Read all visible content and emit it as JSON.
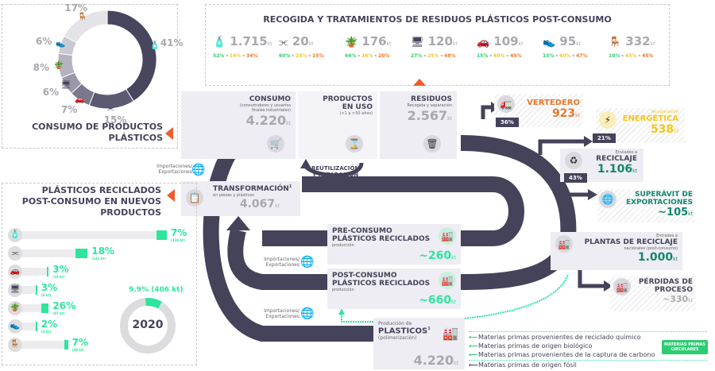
{
  "consumption_donut": {
    "title_line1": "CONSUMO DE PRODUCTOS",
    "title_line2": "PLÁSTICOS",
    "segments": [
      {
        "pct": 41,
        "icon": "bottle-icon",
        "color": "#48455e"
      },
      {
        "pct": 15,
        "icon": "pipe-icon",
        "color": "#5c5a72"
      },
      {
        "pct": 7,
        "icon": "car-icon",
        "color": "#7a788c"
      },
      {
        "pct": 6,
        "icon": "computer-icon",
        "color": "#9a98a8"
      },
      {
        "pct": 8,
        "icon": "plant-icon",
        "color": "#b4b3bf"
      },
      {
        "pct": 6,
        "icon": "shoe-icon",
        "color": "#cacad3"
      },
      {
        "pct": 17,
        "icon": "chair-icon",
        "color": "#e3e3e8"
      }
    ],
    "labels": [
      "41%",
      "15%",
      "7%",
      "6%",
      "8%",
      "6%",
      "17%"
    ]
  },
  "collection": {
    "title": "RECOGIDA Y TRATAMIENTOS DE RESIDUOS PLÁSTICOS POST-CONSUMO",
    "items": [
      {
        "icon": "bottle-icon",
        "value": "1.715",
        "unit": "kt",
        "g": "52%",
        "y": "14%",
        "o": "34%"
      },
      {
        "icon": "pipe-icon",
        "value": "20",
        "unit": "kt",
        "g": "60%",
        "y": "25%",
        "o": "15%"
      },
      {
        "icon": "plant-icon",
        "value": "176",
        "unit": "kt",
        "g": "64%",
        "y": "16%",
        "o": "20%"
      },
      {
        "icon": "computer-icon",
        "value": "120",
        "unit": "kt",
        "g": "27%",
        "y": "25%",
        "o": "48%"
      },
      {
        "icon": "car-icon",
        "value": "109",
        "unit": "kt",
        "g": "15%",
        "y": "40%",
        "o": "45%"
      },
      {
        "icon": "shoe-icon",
        "value": "95",
        "unit": "kt",
        "g": "13%",
        "y": "40%",
        "o": "47%"
      },
      {
        "icon": "chair-icon",
        "value": "332",
        "unit": "kt",
        "g": "10%",
        "y": "45%",
        "o": "45%"
      }
    ]
  },
  "consumo": {
    "title": "CONSUMO",
    "sub": "(consumidores y usuarios finales industriales)",
    "value": "4.220",
    "unit": "kt"
  },
  "en_uso": {
    "title1": "PRODUCTOS",
    "title2": "EN USO",
    "sub": "(<1 a >50 años)"
  },
  "residuos": {
    "title": "RESIDUOS",
    "sub": "Recogida y separación",
    "value": "2.567",
    "unit": "kt"
  },
  "reuse": {
    "line1": "REUTILIZACIÓN",
    "line2": "Y REPARACIÓN"
  },
  "imports_label1": "Importaciones/",
  "imports_label2": "Exportaciones",
  "transformacion": {
    "title": "TRANSFORMACIÓN",
    "sup": "1",
    "sub": "en piezas y plásticos",
    "value": "4.067",
    "unit": "kt"
  },
  "recycled_products": {
    "title_line1": "PLÁSTICOS RECICLADOS",
    "title_line2": "POST-CONSUMO EN NUEVOS",
    "title_line3": "PRODUCTOS",
    "bars": [
      {
        "icon": "bottle-icon",
        "pct": "7%",
        "kt": "(119 kt)",
        "p": 7,
        "k": 119
      },
      {
        "icon": "pipe-icon",
        "pct": "18%",
        "kt": "(141 kt)",
        "p": 18,
        "k": 141
      },
      {
        "icon": "car-icon",
        "pct": "3%",
        "kt": "(10 kt)",
        "p": 3,
        "k": 10
      },
      {
        "icon": "computer-icon",
        "pct": "3%",
        "kt": "(6 kt)",
        "p": 3,
        "k": 6
      },
      {
        "icon": "plant-icon",
        "pct": "26%",
        "kt": "(87 kt)",
        "p": 26,
        "k": 87
      },
      {
        "icon": "shoe-icon",
        "pct": "2%",
        "kt": "(4 kt)",
        "p": 2,
        "k": 4
      },
      {
        "icon": "chair-icon",
        "pct": "7%",
        "kt": "(39 kt)",
        "p": 7,
        "k": 39
      }
    ],
    "total_label": "9.9% (406 kt)",
    "total_pct": 9.9,
    "year": "2020"
  },
  "vertedero": {
    "title": "VERTEDERO",
    "value": "923",
    "unit": "kt",
    "share": "36%"
  },
  "energia": {
    "pre": "Recuperación",
    "title": "ENERGÉTICA",
    "value": "538",
    "unit": "kt",
    "share": "21%"
  },
  "reciclaje": {
    "pre": "Enviados a",
    "title": "RECICLAJE",
    "value": "1.106",
    "unit": "kt",
    "share": "43%"
  },
  "superavit": {
    "title1": "SUPERÁVIT DE",
    "title2": "EXPORTACIONES",
    "value": "~105",
    "unit": "kt"
  },
  "plantas": {
    "pre": "Entradas a",
    "title": "PLANTAS DE RECICLAJE",
    "sub": "nacionales (post-consumo)",
    "value": "1.000",
    "unit": "kt"
  },
  "perdidas": {
    "title1": "PÉRDIDAS DE",
    "title2": "PROCESO",
    "value": "~330",
    "unit": "kt"
  },
  "pre_consumo": {
    "title1": "PRE-CONSUMO",
    "title2": "PLÁSTICOS RECICLADOS",
    "sub": "producción",
    "value": "~260",
    "unit": "kt"
  },
  "post_consumo": {
    "title1": "POST-CONSUMO",
    "title2": "PLÁSTICOS RECICLADOS",
    "sub": "producción",
    "value": "~660",
    "unit": "kt"
  },
  "produccion": {
    "pre": "Producción de",
    "title": "PLASTICOS",
    "sub": "(polimerización)",
    "value": "4.220",
    "unit": "kt"
  },
  "feedstock": [
    "Materias primas provenientes de reciclado químico",
    "Materias primas de origen biológico",
    "Materias primas provenientes de la captura de carbono",
    "Materias primas de origen fósil"
  ],
  "badge": {
    "line1": "MATERIAS PRIMAS",
    "line2": "CIRCULARES"
  },
  "colors": {
    "dark": "#45435a",
    "orange": "#f15a29",
    "green": "#2ee59d",
    "teal": "#13866f",
    "yellow": "#f5c518",
    "vertedero": "#e8782c"
  }
}
